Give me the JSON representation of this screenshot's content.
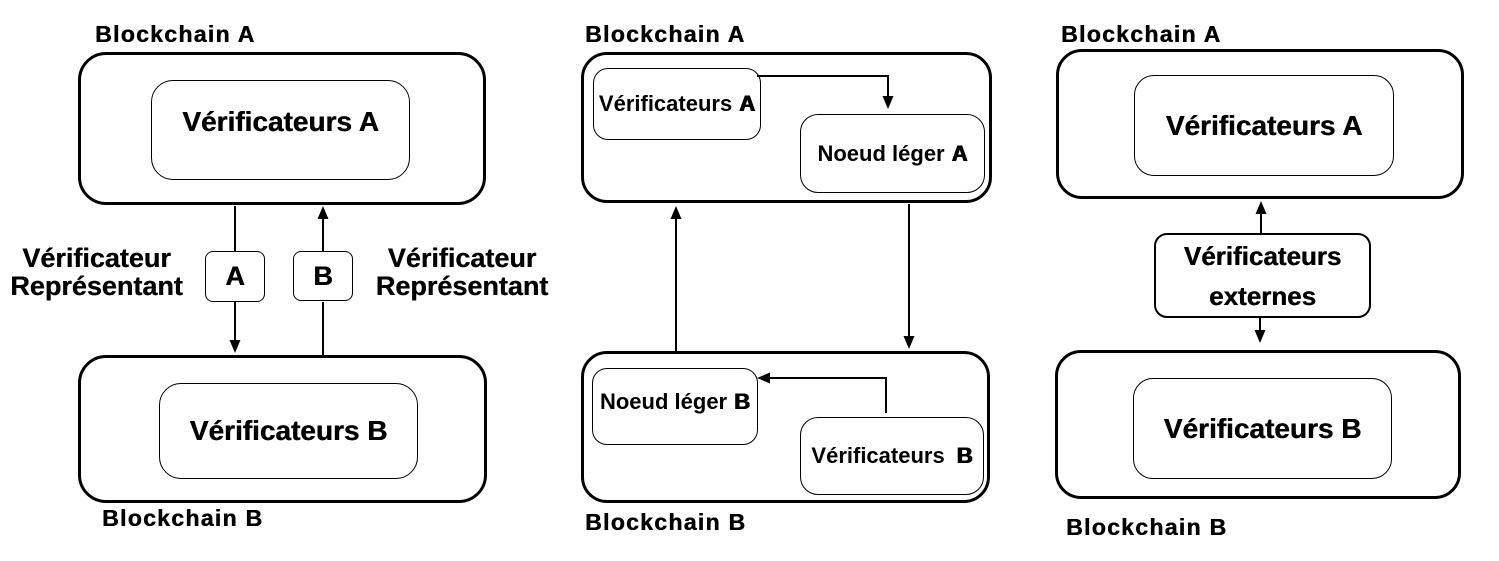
{
  "colors": {
    "ink": "#000000",
    "background": "#ffffff"
  },
  "diagrams": [
    {
      "blockchain_a": "Blockchain A",
      "verifiers_a": "Vérificateurs A",
      "relay_a": "A",
      "relay_b": "B",
      "caption_left_line1": "Vérificateur",
      "caption_left_line2": "Représentant",
      "caption_right_line1": "Vérificateur",
      "caption_right_line2": "Représentant",
      "verifiers_b": "Vérificateurs B",
      "blockchain_b": "Blockchain B"
    },
    {
      "blockchain_a": "Blockchain A",
      "verifiers_a_word": "Vérificateurs",
      "verifiers_a_letter": "A",
      "light_node_a_word": "Noeud léger",
      "light_node_a_letter": "A",
      "light_node_b_word": "Noeud léger",
      "light_node_b_letter": "B",
      "verifiers_b_word": "Vérificateurs",
      "verifiers_b_letter": "B",
      "blockchain_b": "Blockchain B"
    },
    {
      "blockchain_a": "Blockchain A",
      "verifiers_a": "Vérificateurs A",
      "external_verifiers_line1": "Vérificateurs",
      "external_verifiers_line2": "externes",
      "verifiers_b": "Vérificateurs B",
      "blockchain_b": "Blockchain B"
    }
  ]
}
